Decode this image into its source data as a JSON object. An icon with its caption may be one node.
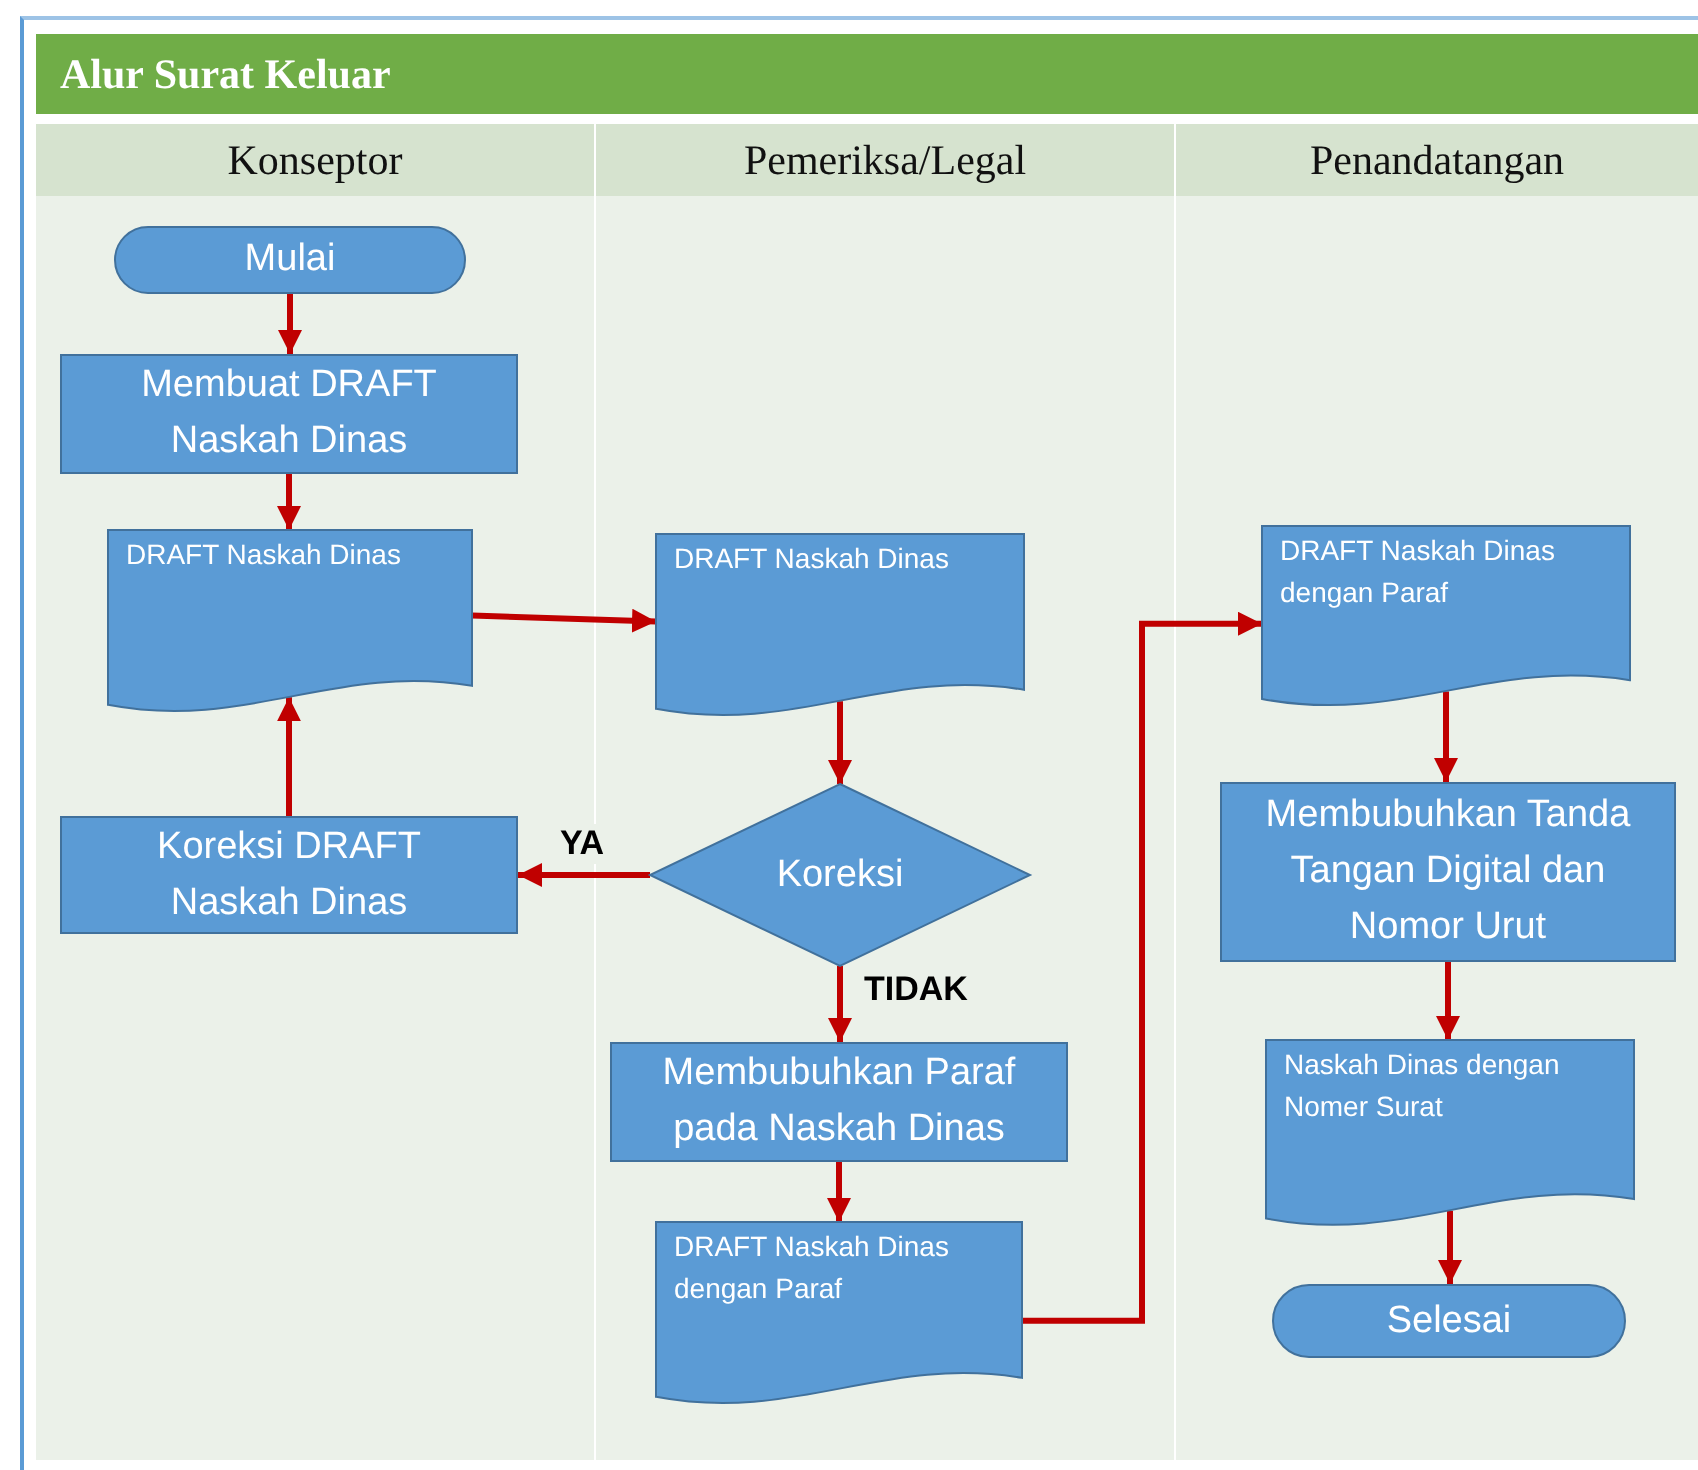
{
  "diagram": {
    "title": "Alur Surat Keluar",
    "nodes": [
      {
        "text": [
          "Konseptor"
        ]
      },
      {
        "text": [
          "Pemeriksa/Legal"
        ]
      },
      {
        "text": [
          "Penandatangan"
        ]
      },
      {
        "text": [
          "Mulai"
        ],
        "in": 0
      },
      {
        "text": [
          "Membuat DRAFT Naskah Dinas"
        ],
        "in": 0
      },
      {
        "text": [
          "DRAFT Naskah Dinas"
        ],
        "in": 0
      },
      {
        "text": [
          "Koreksi DRAFT Naskah Dinas"
        ],
        "in": 0
      },
      {
        "text": [
          "DRAFT Naskah Dinas"
        ],
        "in": 1
      },
      {
        "text": [
          "Koreksi"
        ],
        "in": 1
      },
      {
        "text": [
          "Membubuhkan Paraf pada Naskah Dinas"
        ],
        "in": 1
      },
      {
        "text": [
          "DRAFT Naskah Dinas dengan Paraf"
        ],
        "in": 1
      },
      {
        "text": [
          "DRAFT Naskah Dinas dengan Paraf"
        ],
        "in": 2
      },
      {
        "text": [
          "Membubuhkan Tanda Tangan Digital dan Nomor Urut"
        ],
        "in": 2
      },
      {
        "text": [
          "Naskah Dinas dengan Nomer Surat"
        ],
        "in": 2
      },
      {
        "text": [
          "Selesai"
        ],
        "in": 2
      }
    ],
    "edges": [
      {
        "from": 3,
        "to": 4,
        "arrow": "to"
      },
      {
        "from": 4,
        "to": 5,
        "arrow": "to"
      },
      {
        "from": 5,
        "to": 7,
        "arrow": "to"
      },
      {
        "from": 7,
        "to": 8,
        "arrow": "to"
      },
      {
        "from": 8,
        "to": 6,
        "arrow": "to",
        "label": "YA"
      },
      {
        "from": 6,
        "to": 5,
        "arrow": "to"
      },
      {
        "from": 8,
        "to": 9,
        "arrow": "to",
        "label": "TIDAK"
      },
      {
        "from": 9,
        "to": 10,
        "arrow": "to"
      },
      {
        "from": 10,
        "to": 11,
        "arrow": "to"
      },
      {
        "from": 11,
        "to": 12,
        "arrow": "to"
      },
      {
        "from": 12,
        "to": 13,
        "arrow": "to"
      },
      {
        "from": 13,
        "to": 14,
        "arrow": "to"
      }
    ]
  }
}
